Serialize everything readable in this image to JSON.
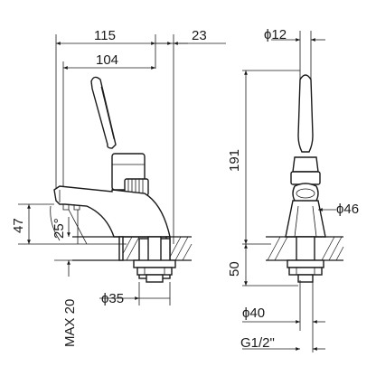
{
  "drawing": {
    "side_view": {
      "width_overall": "115",
      "width_spout": "104",
      "offset_right": "23",
      "height_spout": "47",
      "angle": "25°",
      "max_thickness": "MAX 20",
      "diameter_base": "ϕ35"
    },
    "front_view": {
      "diameter_lever": "ϕ12",
      "height_total": "191",
      "diameter_body": "ϕ46",
      "depth_shank": "50",
      "diameter_hole": "ϕ40",
      "thread": "G1/2\""
    }
  }
}
